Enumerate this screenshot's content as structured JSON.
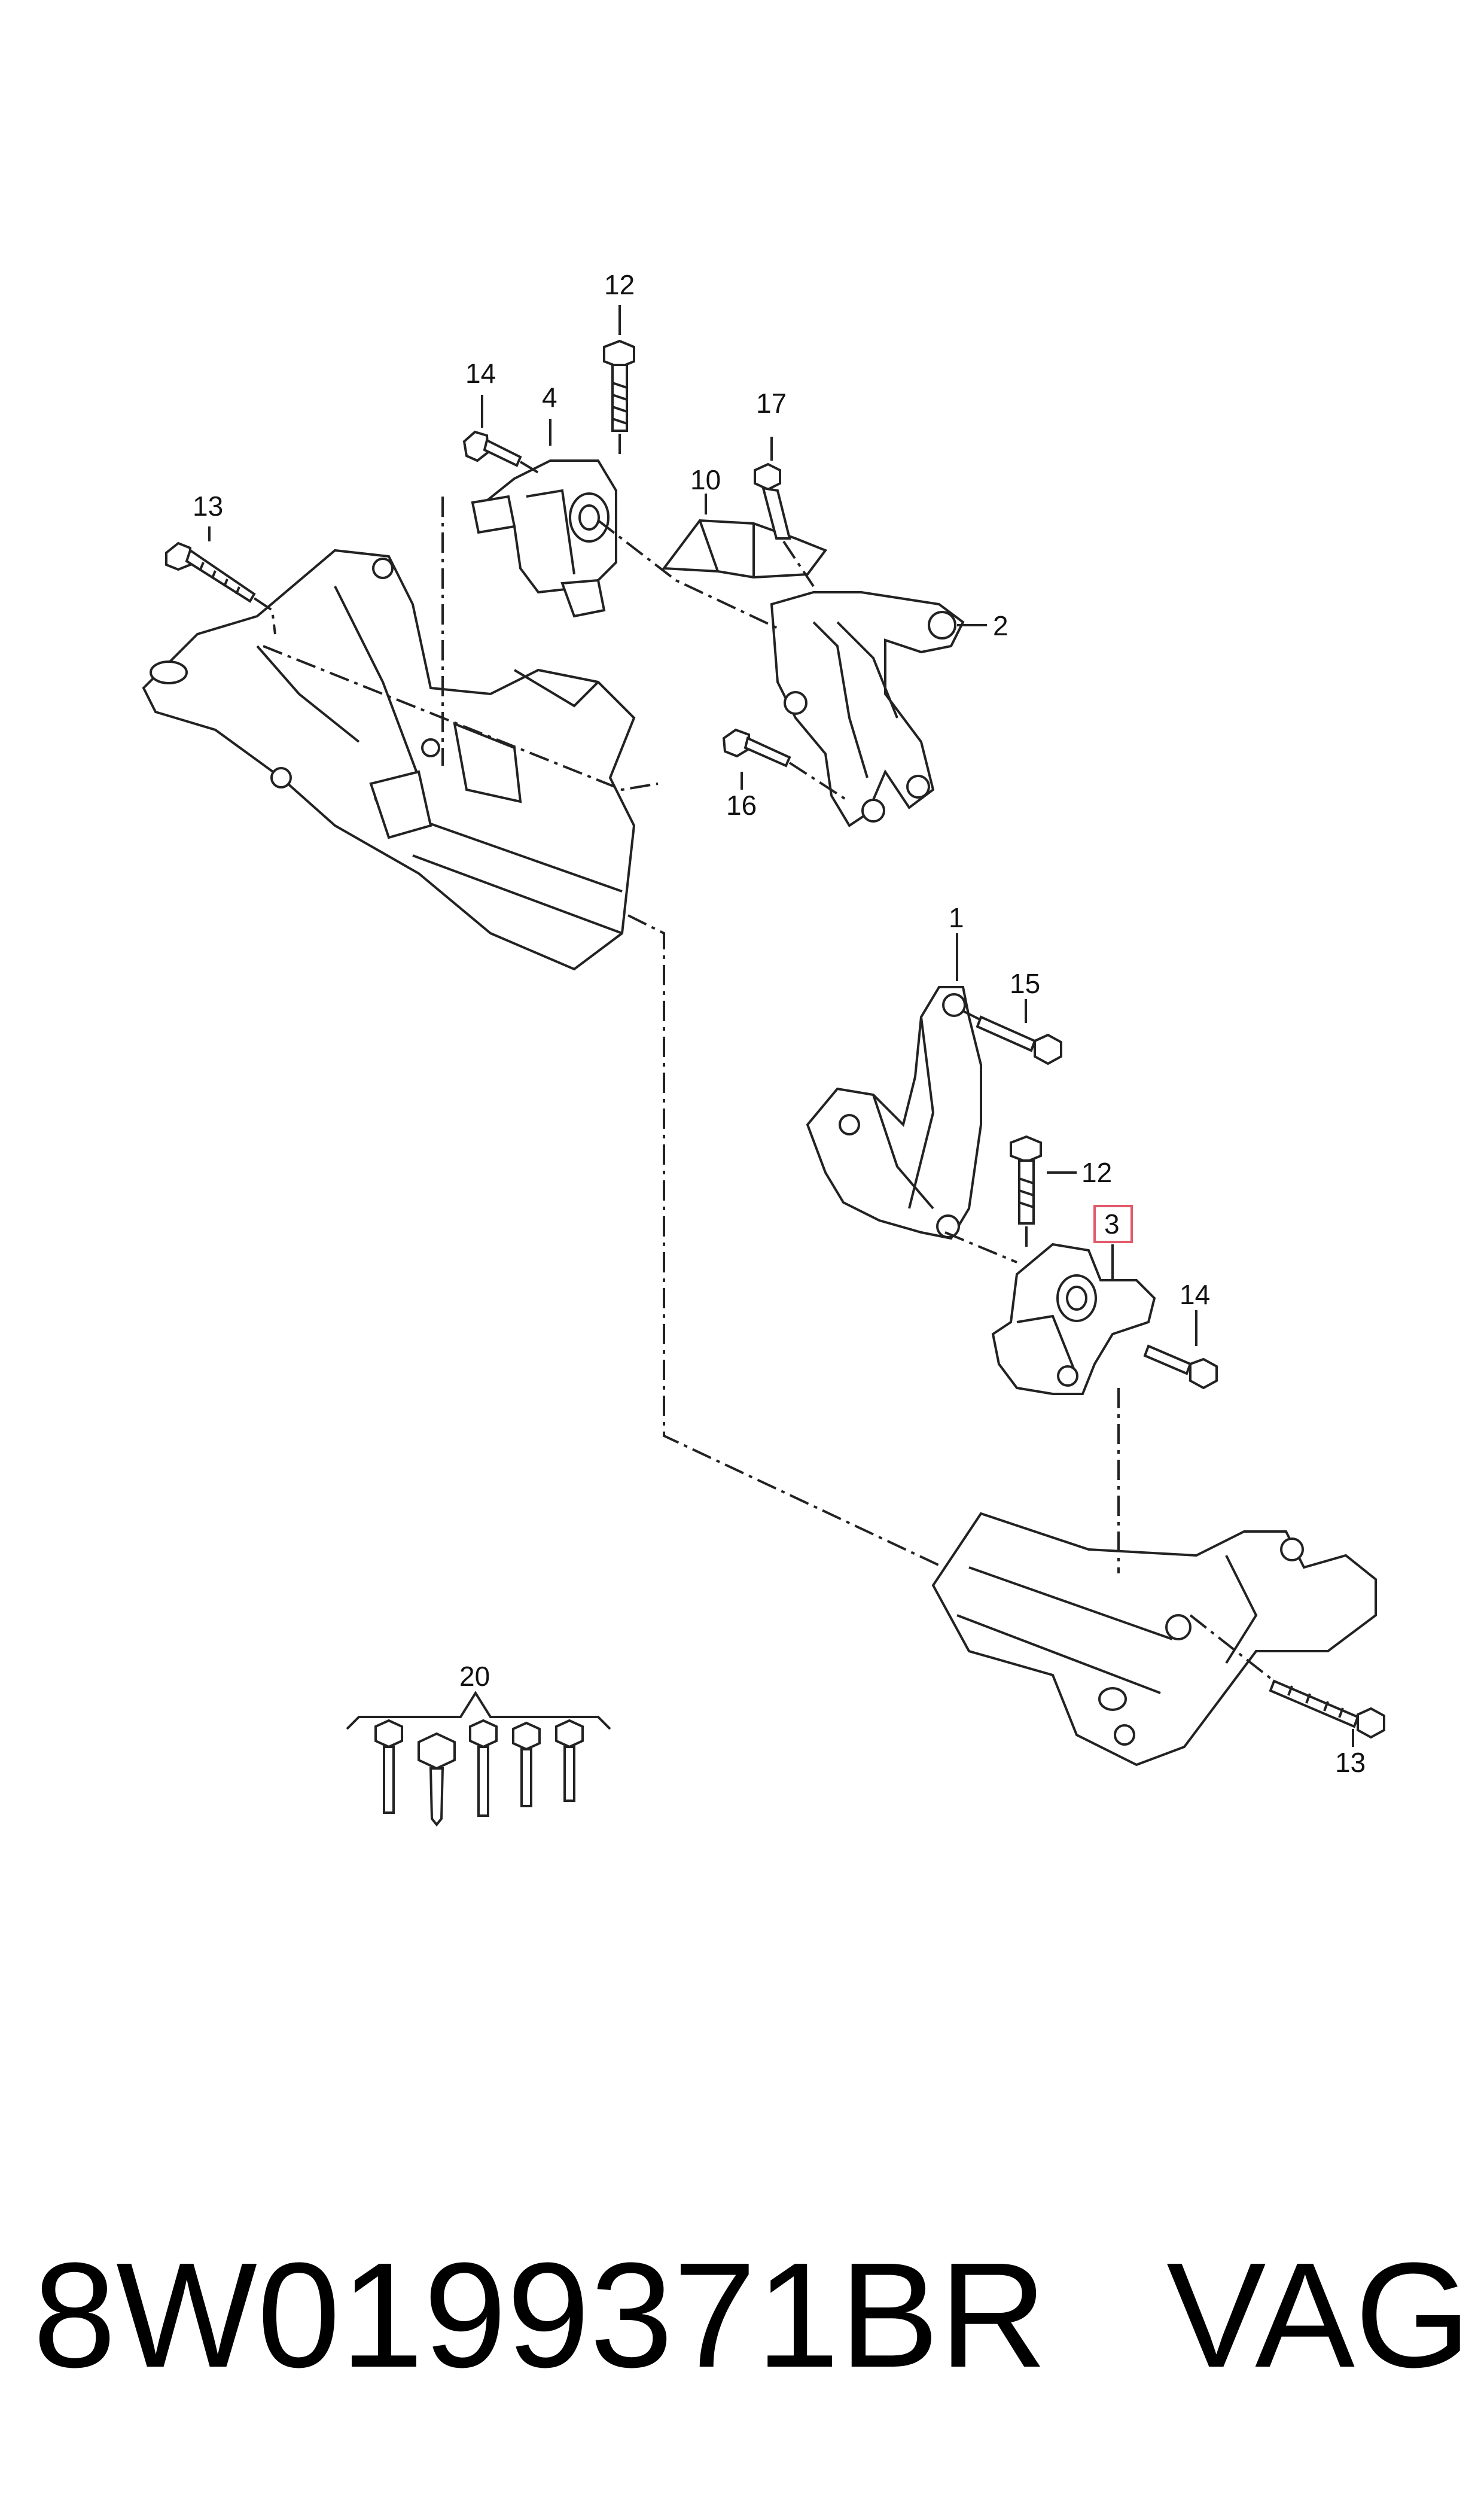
{
  "callouts": {
    "c12_top": "12",
    "c14_top": "14",
    "c4": "4",
    "c17": "17",
    "c10": "10",
    "c13_top": "13",
    "c2": "2",
    "c16": "16",
    "c1": "1",
    "c15": "15",
    "c12_mid": "12",
    "c3": "3",
    "c14_mid": "14",
    "c13_bottom": "13",
    "c20": "20"
  },
  "footer": {
    "part_number": "8W0199371BR",
    "brand": "VAG"
  },
  "colors": {
    "line": "#222222",
    "highlight_box": "#e05a6a",
    "background": "#ffffff"
  }
}
